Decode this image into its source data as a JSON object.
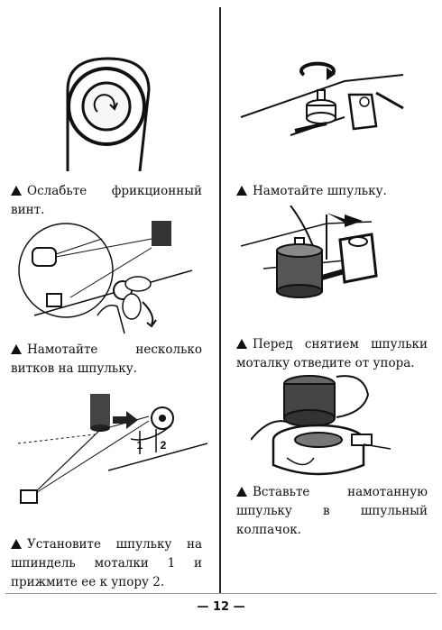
{
  "captions": {
    "c1": "Ослабьте фрикционный винт.",
    "c2": "Намотайте несколько витков на шпульку.",
    "c3": "Установите шпульку на шпиндель моталки 1 и прижмите ее к упору 2.",
    "c4": "Намотайте шпульку.",
    "c5": "Перед снятием шпульки моталку отведите от упора.",
    "c6": "Вставьте намотанную шпульку в шпульный колпачок."
  },
  "labels": {
    "spindle": "1",
    "stop": "2"
  },
  "page_number": "— 12 —"
}
